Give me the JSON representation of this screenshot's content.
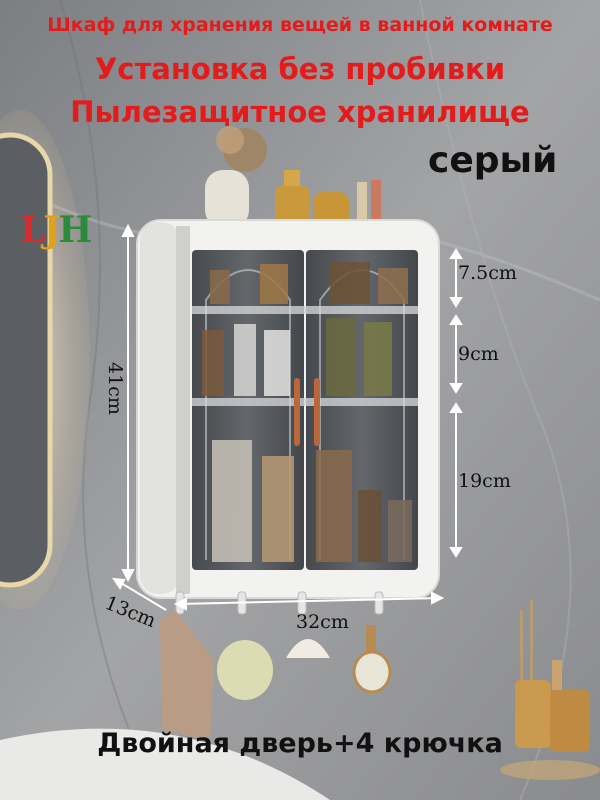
{
  "headline": {
    "line1": "Шкаф для хранения вещей в ванной комнате",
    "line2": "Установка без пробивки",
    "line3": "Пылезащитное хранилище"
  },
  "color_label": "серый",
  "brand_logo": "LJH",
  "dimensions": {
    "height": "41cm",
    "depth": "13cm",
    "width": "32cm",
    "shelf_top": "7.5cm",
    "shelf_middle": "9cm",
    "shelf_bottom": "19cm"
  },
  "feature": "Двойная дверь+4 крючка",
  "colors": {
    "headline_red": "#e41b1b",
    "cabinet_white": "#f2f2f0",
    "door_smoke": "#4a4e52",
    "handle_copper": "#b8683a"
  }
}
